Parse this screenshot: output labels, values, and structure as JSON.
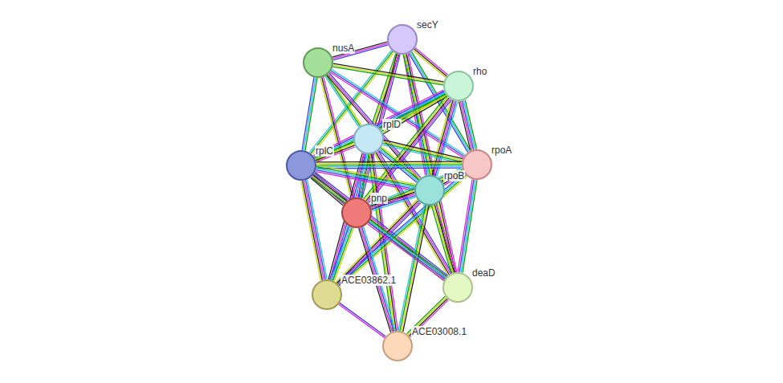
{
  "diagram": {
    "nodes": [
      {
        "text": [
          "secY"
        ]
      },
      {
        "text": [
          "nusA"
        ]
      },
      {
        "text": [
          "rho"
        ]
      },
      {
        "text": [
          "rplD"
        ]
      },
      {
        "text": [
          "rplC"
        ]
      },
      {
        "text": [
          "rpoA"
        ]
      },
      {
        "text": [
          "rpoB"
        ]
      },
      {
        "text": [
          "pnp"
        ]
      },
      {
        "text": [
          "ACE03862.1"
        ]
      },
      {
        "text": [
          "deaD"
        ]
      },
      {
        "text": [
          "ACE03008.1"
        ]
      }
    ],
    "edges": [
      {
        "from": 0,
        "to": 1,
        "arrow": "none"
      },
      {
        "from": 0,
        "to": 2,
        "arrow": "none"
      },
      {
        "from": 0,
        "to": 3,
        "arrow": "none"
      },
      {
        "from": 0,
        "to": 4,
        "arrow": "none"
      },
      {
        "from": 0,
        "to": 5,
        "arrow": "none"
      },
      {
        "from": 0,
        "to": 6,
        "arrow": "none"
      },
      {
        "from": 0,
        "to": 7,
        "arrow": "none"
      },
      {
        "from": 0,
        "to": 9,
        "arrow": "none"
      },
      {
        "from": 1,
        "to": 2,
        "arrow": "none"
      },
      {
        "from": 1,
        "to": 3,
        "arrow": "none"
      },
      {
        "from": 1,
        "to": 4,
        "arrow": "none"
      },
      {
        "from": 1,
        "to": 5,
        "arrow": "none"
      },
      {
        "from": 1,
        "to": 6,
        "arrow": "none"
      },
      {
        "from": 1,
        "to": 7,
        "arrow": "none"
      },
      {
        "from": 2,
        "to": 3,
        "arrow": "none"
      },
      {
        "from": 2,
        "to": 4,
        "arrow": "none"
      },
      {
        "from": 2,
        "to": 5,
        "arrow": "none"
      },
      {
        "from": 2,
        "to": 6,
        "arrow": "none"
      },
      {
        "from": 2,
        "to": 7,
        "arrow": "none"
      },
      {
        "from": 3,
        "to": 4,
        "arrow": "none"
      },
      {
        "from": 3,
        "to": 5,
        "arrow": "none"
      },
      {
        "from": 3,
        "to": 6,
        "arrow": "none"
      },
      {
        "from": 3,
        "to": 7,
        "arrow": "none"
      },
      {
        "from": 3,
        "to": 8,
        "arrow": "none"
      },
      {
        "from": 3,
        "to": 9,
        "arrow": "none"
      },
      {
        "from": 3,
        "to": 10,
        "arrow": "none"
      },
      {
        "from": 4,
        "to": 5,
        "arrow": "none"
      },
      {
        "from": 4,
        "to": 6,
        "arrow": "none"
      },
      {
        "from": 4,
        "to": 7,
        "arrow": "none"
      },
      {
        "from": 4,
        "to": 8,
        "arrow": "none"
      },
      {
        "from": 4,
        "to": 9,
        "arrow": "none"
      },
      {
        "from": 5,
        "to": 6,
        "arrow": "none"
      },
      {
        "from": 5,
        "to": 7,
        "arrow": "none"
      },
      {
        "from": 5,
        "to": 8,
        "arrow": "none"
      },
      {
        "from": 5,
        "to": 9,
        "arrow": "none"
      },
      {
        "from": 6,
        "to": 7,
        "arrow": "none"
      },
      {
        "from": 6,
        "to": 8,
        "arrow": "none"
      },
      {
        "from": 6,
        "to": 9,
        "arrow": "none"
      },
      {
        "from": 6,
        "to": 10,
        "arrow": "none"
      },
      {
        "from": 7,
        "to": 8,
        "arrow": "none"
      },
      {
        "from": 7,
        "to": 9,
        "arrow": "none"
      },
      {
        "from": 7,
        "to": 10,
        "arrow": "none"
      },
      {
        "from": 8,
        "to": 10,
        "arrow": "none"
      },
      {
        "from": 9,
        "to": 10,
        "arrow": "none"
      }
    ]
  }
}
